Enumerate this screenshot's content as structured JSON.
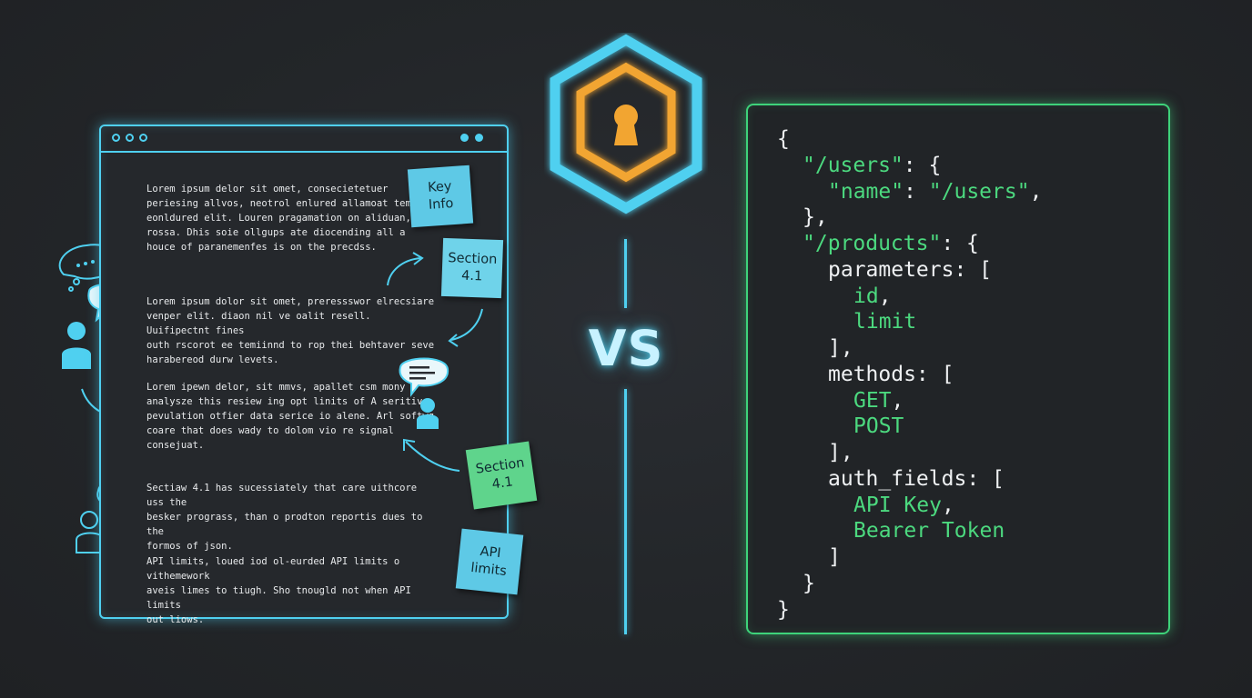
{
  "document": {
    "paragraphs": [
      "Lorem ipsum delor sit omet, consecietetuer\nperiesing allvos, neotrol enlured allamoat tempor\neonldured elit. Louren pragamation on aliduan,\nrossa. Dhis soie ollgups ate diocending all a\nhouce of paranemenfes is on the precdss.",
      "Lorem ipsum dolor sit omet, preressswor elrecsiare\nvenper elit. diaon nil ve oalit resell. Uuifipectnt fines\nouth rscorot ee temiinnd to rop thei behtaver seve\nharabereod durw levets.",
      "Lorem ipewn delor, sit mmvs, apallet csm mony\nanalysze this resiew ing opt linits of A seritive\npevulation otfier data serice io alene. Arl softwg\ncoare that does wady to dolom vio re signal\nconsejuat.",
      "Sectiaw 4.1 has sucessiately that care uithcore uss the\nbesker prograss, than o prodton reportis dues to the\nformos of json.",
      "API limits, loued iod ol-eurded API limits o vithemework\naveis limes to tiugh. Sho tnougld not when API limits\nout liows."
    ],
    "stickies": [
      {
        "text": "Key\nInfo",
        "color": "#5ec9e6"
      },
      {
        "text": "Section\n4.1",
        "color": "#6fd3ea"
      },
      {
        "text": "Section\n4.1",
        "color": "#5fd48c"
      },
      {
        "text": "API\nlimits",
        "color": "#5ec9e6"
      }
    ]
  },
  "center": {
    "vs_label": "VS",
    "accent_cyan": "#4fd0f0",
    "accent_orange": "#f2a531",
    "icon": "keyhole-lock-icon"
  },
  "code": {
    "lines": [
      {
        "indent": 0,
        "segments": [
          {
            "text": "{",
            "color": "white"
          }
        ]
      },
      {
        "indent": 1,
        "segments": [
          {
            "text": "\"/users\"",
            "color": "green"
          },
          {
            "text": ": {",
            "color": "white"
          }
        ]
      },
      {
        "indent": 2,
        "segments": [
          {
            "text": "\"name\"",
            "color": "green"
          },
          {
            "text": ": ",
            "color": "white"
          },
          {
            "text": "\"/users\"",
            "color": "green"
          },
          {
            "text": ",",
            "color": "white"
          }
        ]
      },
      {
        "indent": 1,
        "segments": [
          {
            "text": "},",
            "color": "white"
          }
        ]
      },
      {
        "indent": 1,
        "segments": [
          {
            "text": "\"/products\"",
            "color": "green"
          },
          {
            "text": ": {",
            "color": "white"
          }
        ]
      },
      {
        "indent": 2,
        "segments": [
          {
            "text": "parameters: [",
            "color": "white"
          }
        ]
      },
      {
        "indent": 3,
        "segments": [
          {
            "text": "id",
            "color": "green"
          },
          {
            "text": ",",
            "color": "white"
          }
        ]
      },
      {
        "indent": 3,
        "segments": [
          {
            "text": "limit",
            "color": "green"
          }
        ]
      },
      {
        "indent": 2,
        "segments": [
          {
            "text": "],",
            "color": "white"
          }
        ]
      },
      {
        "indent": 2,
        "segments": [
          {
            "text": "methods: [",
            "color": "white"
          }
        ]
      },
      {
        "indent": 3,
        "segments": [
          {
            "text": "GET",
            "color": "green"
          },
          {
            "text": ",",
            "color": "white"
          }
        ]
      },
      {
        "indent": 3,
        "segments": [
          {
            "text": "POST",
            "color": "green"
          }
        ]
      },
      {
        "indent": 2,
        "segments": [
          {
            "text": "],",
            "color": "white"
          }
        ]
      },
      {
        "indent": 2,
        "segments": [
          {
            "text": "auth_fields: [",
            "color": "white"
          }
        ]
      },
      {
        "indent": 3,
        "segments": [
          {
            "text": "API Key",
            "color": "green"
          },
          {
            "text": ",",
            "color": "white"
          }
        ]
      },
      {
        "indent": 3,
        "segments": [
          {
            "text": "Bearer Token",
            "color": "green"
          }
        ]
      },
      {
        "indent": 2,
        "segments": [
          {
            "text": "]",
            "color": "white"
          }
        ]
      },
      {
        "indent": 1,
        "segments": [
          {
            "text": "}",
            "color": "white"
          }
        ]
      },
      {
        "indent": 0,
        "segments": [
          {
            "text": "}",
            "color": "white"
          }
        ]
      }
    ]
  }
}
